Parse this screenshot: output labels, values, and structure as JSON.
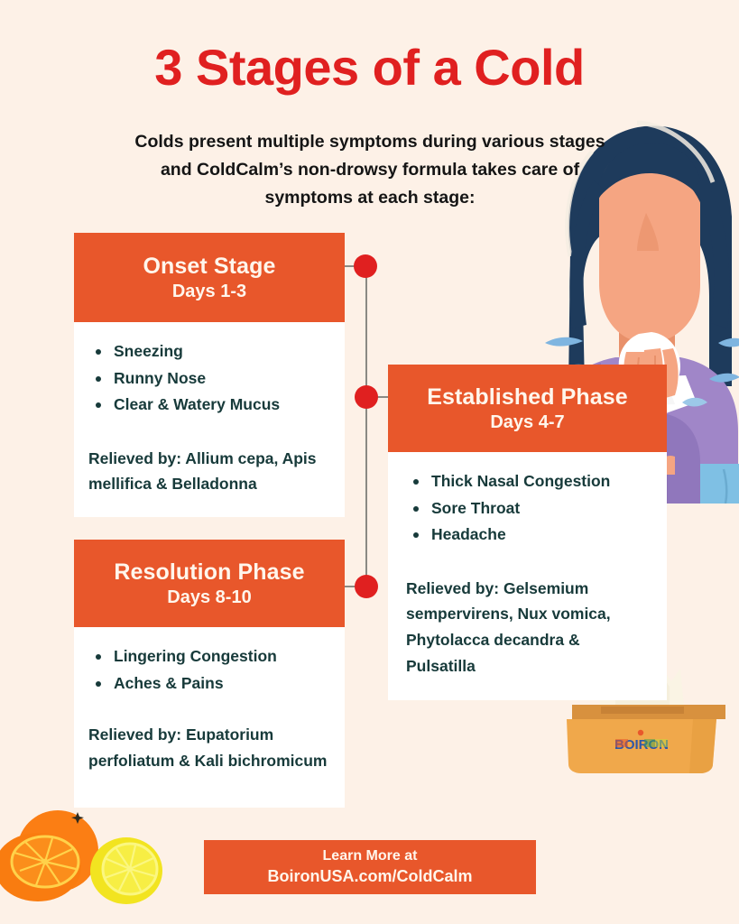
{
  "header": {
    "title": "3 Stages of a Cold",
    "subtitle": "Colds present multiple symptoms during various stages and ColdCalm’s non-drowsy formula takes care of symptoms at each stage:"
  },
  "colors": {
    "background": "#FDF1E7",
    "title_red": "#E02020",
    "card_orange": "#E8572B",
    "body_text": "#173A3A",
    "card_white": "#FFFFFF",
    "connector_gray": "#8A8A84",
    "hair_navy": "#1E3B5C",
    "skin_peach": "#F5A582",
    "sweater_purple": "#A086C8",
    "jeans_blue": "#7FC0E4",
    "tissue_white": "#FFFFFF",
    "box_orange": "#F0A84B",
    "droplet_blue": "#7FB5E0",
    "orange_fruit": "#FB7E14",
    "lemon_yellow": "#F2E420"
  },
  "cards": [
    {
      "id": "onset",
      "stage_name": "Onset Stage",
      "stage_days": "Days 1-3",
      "symptoms": [
        "Sneezing",
        "Runny Nose",
        "Clear & Watery Mucus"
      ],
      "relieved_by": "Relieved by: Allium cepa, Apis mellifica & Belladonna"
    },
    {
      "id": "established",
      "stage_name": "Established Phase",
      "stage_days": "Days 4-7",
      "symptoms": [
        "Thick Nasal Congestion",
        "Sore Throat",
        "Headache"
      ],
      "relieved_by": "Relieved by: Gelsemium sempervirens, Nux vomica, Phytolacca decandra & Pulsatilla"
    },
    {
      "id": "resolution",
      "stage_name": "Resolution Phase",
      "stage_days": "Days 8-10",
      "symptoms": [
        "Lingering Congestion",
        "Aches & Pains"
      ],
      "relieved_by": "Relieved by: Eupatorium perfoliatum & Kali bichromicum"
    }
  ],
  "footer": {
    "line1": "Learn More at",
    "line2": "BoironUSA.com/ColdCalm"
  },
  "illustrations": {
    "woman": "woman-sneezing-into-tissue-illustration",
    "tissue_box": "boiron-tissue-box-illustration",
    "tissue_box_brand": "BOIRON",
    "fruit": "oranges-and-lemon-illustration"
  }
}
